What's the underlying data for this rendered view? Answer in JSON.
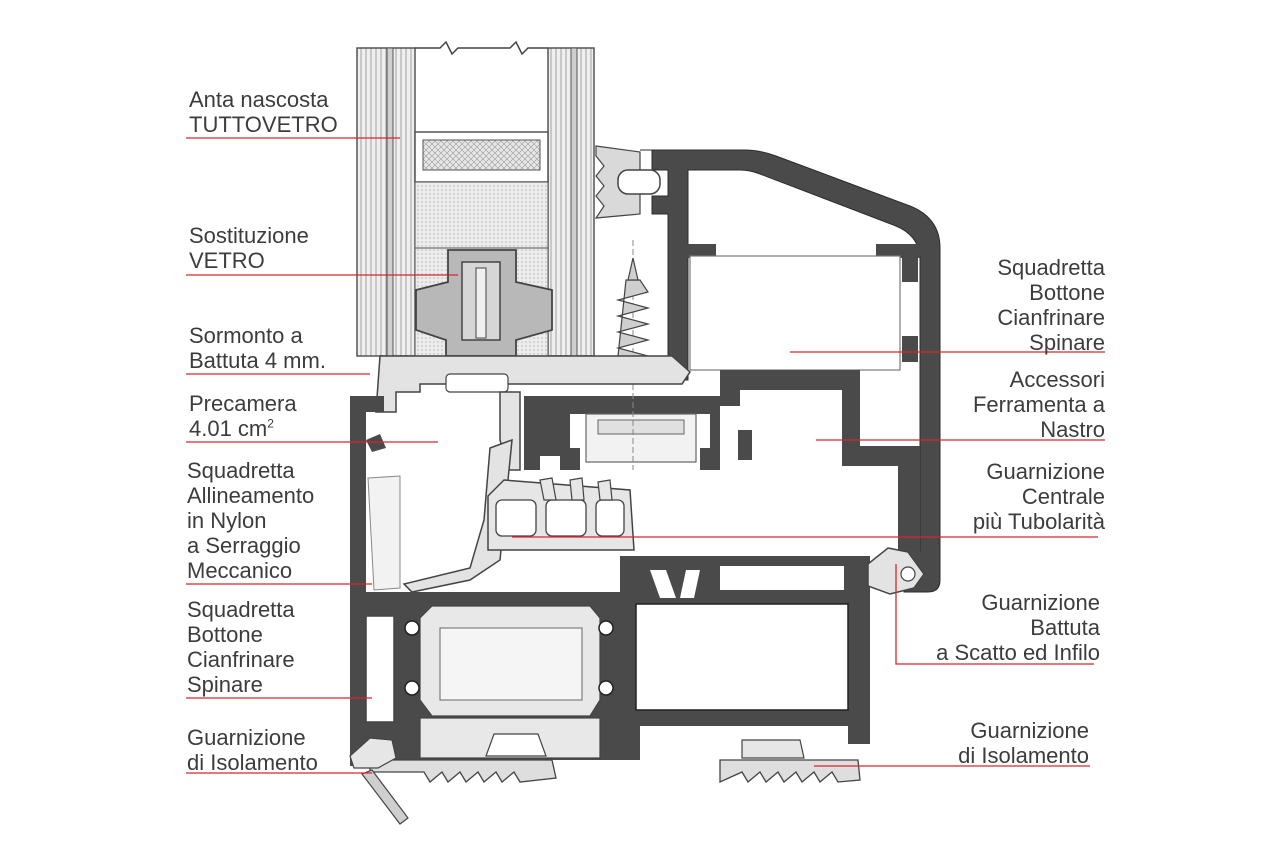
{
  "colors": {
    "profile": "#4a4a4b",
    "polymer": "#dcdcdc",
    "glass": "#bdbdbd",
    "leader": "#d7262b",
    "text": "#3c3c3c"
  },
  "labels_left": [
    {
      "key": "anta",
      "lines": [
        "Anta nascosta",
        "TUTTOVETRO"
      ]
    },
    {
      "key": "vetro",
      "lines": [
        "Sostituzione",
        "VETRO"
      ]
    },
    {
      "key": "sormonto",
      "lines": [
        "Sormonto a",
        "Battuta 4 mm."
      ]
    },
    {
      "key": "precamera",
      "lines": [
        "Precamera",
        "4.01 cm"
      ],
      "superscript": "2"
    },
    {
      "key": "nylon",
      "lines": [
        "Squadretta",
        "Allineamento",
        "in Nylon",
        "a Serraggio",
        "Meccanico"
      ]
    },
    {
      "key": "bottone_left",
      "lines": [
        "Squadretta",
        "Bottone",
        "Cianfrinare",
        "Spinare"
      ]
    },
    {
      "key": "isol_left",
      "lines": [
        "Guarnizione",
        "di Isolamento"
      ]
    }
  ],
  "labels_right": [
    {
      "key": "bottone_right",
      "lines": [
        "Squadretta",
        "Bottone",
        "Cianfrinare",
        "Spinare"
      ]
    },
    {
      "key": "accessori",
      "lines": [
        "Accessori",
        "Ferramenta a",
        "Nastro"
      ]
    },
    {
      "key": "centrale",
      "lines": [
        "Guarnizione",
        "Centrale",
        "più Tubolarità"
      ]
    },
    {
      "key": "battuta",
      "lines": [
        "Guarnizione",
        "Battuta",
        "a Scatto ed Infilo"
      ]
    },
    {
      "key": "isol_right",
      "lines": [
        "Guarnizione",
        "di Isolamento"
      ]
    }
  ]
}
